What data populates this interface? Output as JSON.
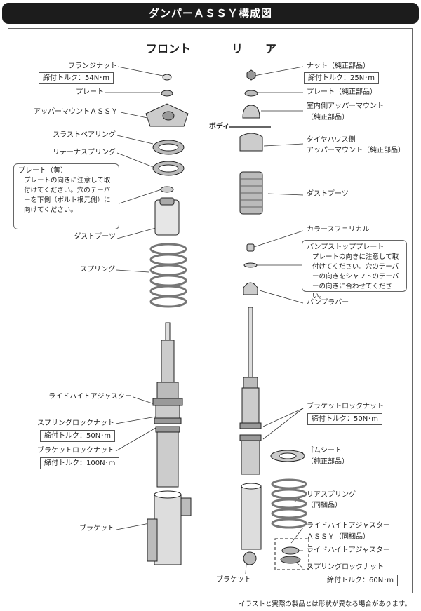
{
  "title": "ダンパーＡＳＳＹ構成図",
  "headings": {
    "front": "フロント",
    "rear": "リ　　ア"
  },
  "front": {
    "flange_nut": "フランジナット",
    "flange_nut_torque": "締付トルク：54N･m",
    "plate": "プレート",
    "upper_mount": "アッパーマウントＡＳＳＹ",
    "thrust_bearing": "スラストベアリング",
    "retainer_spring": "リテーナスプリング",
    "note_title": "プレート（黄）",
    "note_body": "プレートの向きに注意して取付けてください。穴のテーパーを下側（ボルト根元側）に向けてください。",
    "dust_boot": "ダストブーツ",
    "spring": "スプリング",
    "ride_height_adjuster": "ライドハイトアジャスター",
    "spring_lock_nut": "スプリングロックナット",
    "spring_lock_nut_torque": "締付トルク：50N･m",
    "bracket_lock_nut": "ブラケットロックナット",
    "bracket_lock_nut_torque": "締付トルク：100N･m",
    "bracket": "ブラケット"
  },
  "rear": {
    "nut": "ナット（純正部品）",
    "nut_torque": "締付トルク：25N･m",
    "plate": "プレート（純正部品）",
    "inner_mount_1": "室内側アッパーマウント",
    "inner_mount_2": "（純正部品）",
    "body": "ボディ",
    "tire_mount_1": "タイヤハウス側",
    "tire_mount_2": "アッパーマウント（純正部品）",
    "dust_boot": "ダストブーツ",
    "collar": "カラースフェリカル",
    "note_title": "バンプストッププレート",
    "note_body": "プレートの向きに注意して取付けてください。穴のテーパーの向きをシャフトのテーパーの向きに合わせてください。",
    "bump_rubber": "バンプラバー",
    "bracket_lock_nut": "ブラケットロックナット",
    "bracket_lock_nut_torque": "締付トルク：50N･m",
    "rubber_seat_1": "ゴムシート",
    "rubber_seat_2": "（純正部品）",
    "rear_spring_1": "リアスプリング",
    "rear_spring_2": "（同梱品）",
    "rha_assy_1": "ライドハイトアジャスター",
    "rha_assy_2": "ＡＳＳＹ（同梱品）",
    "ride_height_adjuster": "ライドハイトアジャスター",
    "spring_lock_nut": "スプリングロックナット",
    "spring_lock_nut_torque": "締付トルク：60N･m",
    "bracket": "ブラケット"
  },
  "footer": "イラストと実際の製品とは形状が異なる場合があります。"
}
